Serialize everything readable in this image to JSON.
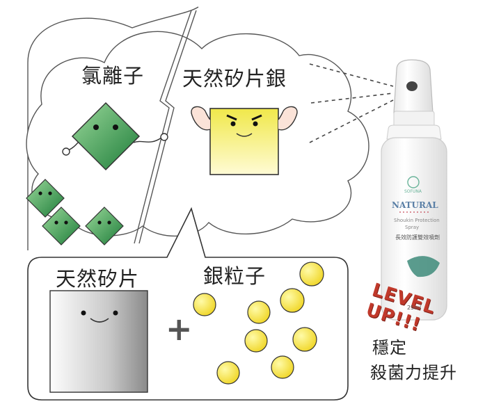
{
  "labels": {
    "chloride": "氯離子",
    "natural_silver": "天然矽片銀",
    "natural_flake": "天然矽片",
    "silver_particle": "銀粒子",
    "stable": "穩定",
    "boost": "殺菌力提升",
    "level_up": "LEVEL UP!!!"
  },
  "product": {
    "brand_small": "SOFUNA",
    "brand_large": "NATURAL",
    "desc_line1": "Shoukin Protection",
    "desc_line2": "Spray",
    "desc_zh": "長效防護雙效噴劑",
    "volume": "25ml"
  },
  "colors": {
    "green": "#3f9a4f",
    "yellow": "#f3ea4a",
    "red": "#c0392b",
    "line": "#555555"
  }
}
